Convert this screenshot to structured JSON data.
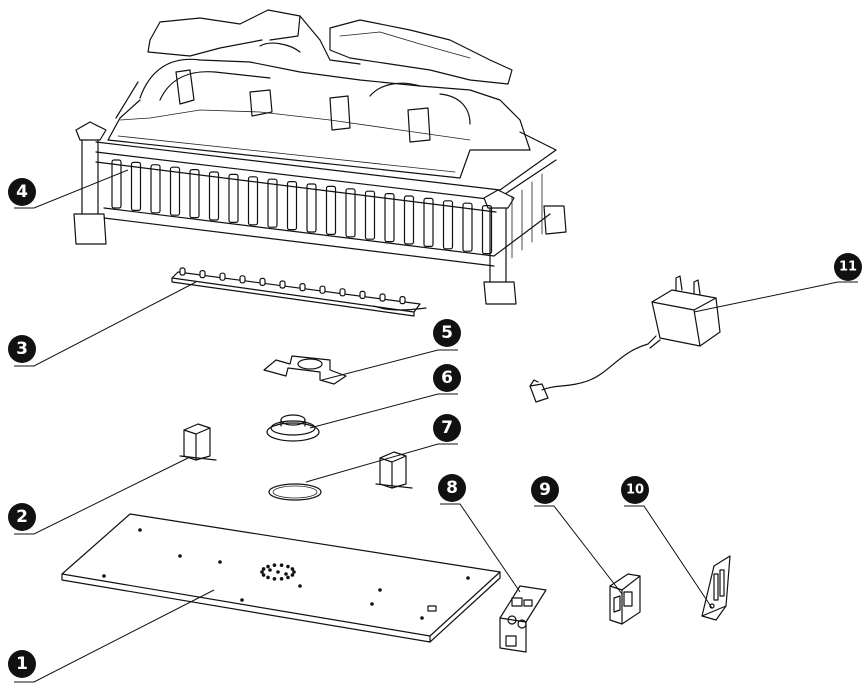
{
  "diagram": {
    "colors": {
      "ink": "#111111",
      "background": "#ffffff"
    },
    "callouts": [
      {
        "id": "c1",
        "number": "1"
      },
      {
        "id": "c2",
        "number": "2"
      },
      {
        "id": "c3",
        "number": "3"
      },
      {
        "id": "c4",
        "number": "4"
      },
      {
        "id": "c5",
        "number": "5"
      },
      {
        "id": "c6",
        "number": "6"
      },
      {
        "id": "c7",
        "number": "7"
      },
      {
        "id": "c8",
        "number": "8"
      },
      {
        "id": "c9",
        "number": "9"
      },
      {
        "id": "c10",
        "number": "10"
      },
      {
        "id": "c11",
        "number": "11"
      }
    ]
  }
}
